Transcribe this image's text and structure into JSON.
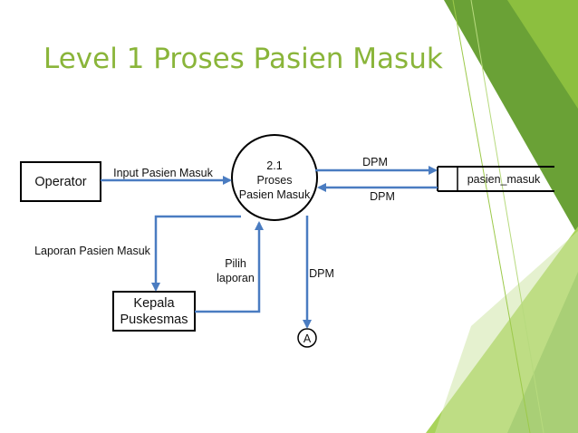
{
  "title": "Level 1 Proses Pasien Masuk",
  "colors": {
    "title": "#8ab53a",
    "arrow": "#4a7cc1",
    "box_border": "#000000",
    "deco_green_dark": "#6aa136",
    "deco_green_light": "#9cc94a"
  },
  "entities": {
    "operator": "Operator",
    "kepala_line1": "Kepala",
    "kepala_line2": "Puskesmas"
  },
  "process": {
    "number": "2.1",
    "line1": "Proses",
    "line2": "Pasien Masuk"
  },
  "datastore": {
    "name": "pasien_masuk"
  },
  "flows": {
    "input_pasien_masuk": "Input Pasien Masuk",
    "dpm_to_store": "DPM",
    "dpm_from_store": "DPM",
    "laporan_pasien_masuk": "Laporan Pasien Masuk",
    "pilih_line1": "Pilih",
    "pilih_line2": "laporan",
    "dpm_to_connector": "DPM"
  },
  "connector": {
    "label": "A"
  }
}
